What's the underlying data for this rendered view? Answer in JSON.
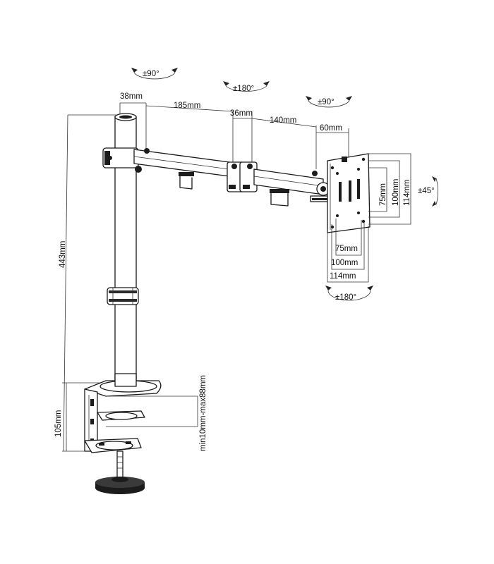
{
  "rotations": {
    "base_pivot": "±90°",
    "arm_joint": "±180°",
    "head_swivel": "±90°",
    "tilt": "±45°",
    "rotation": "±180°"
  },
  "arm_segments": {
    "seg1": "38mm",
    "seg2": "185mm",
    "seg3": "36mm",
    "seg4": "140mm",
    "seg5": "60mm"
  },
  "heights": {
    "pole": "443mm",
    "clamp": "105mm",
    "desk_thickness": "min10mm-max88mm"
  },
  "vesa": {
    "h_75": "75mm",
    "h_100": "100mm",
    "h_114": "114mm",
    "v_75": "75mm",
    "v_100": "100mm",
    "v_114": "114mm"
  }
}
